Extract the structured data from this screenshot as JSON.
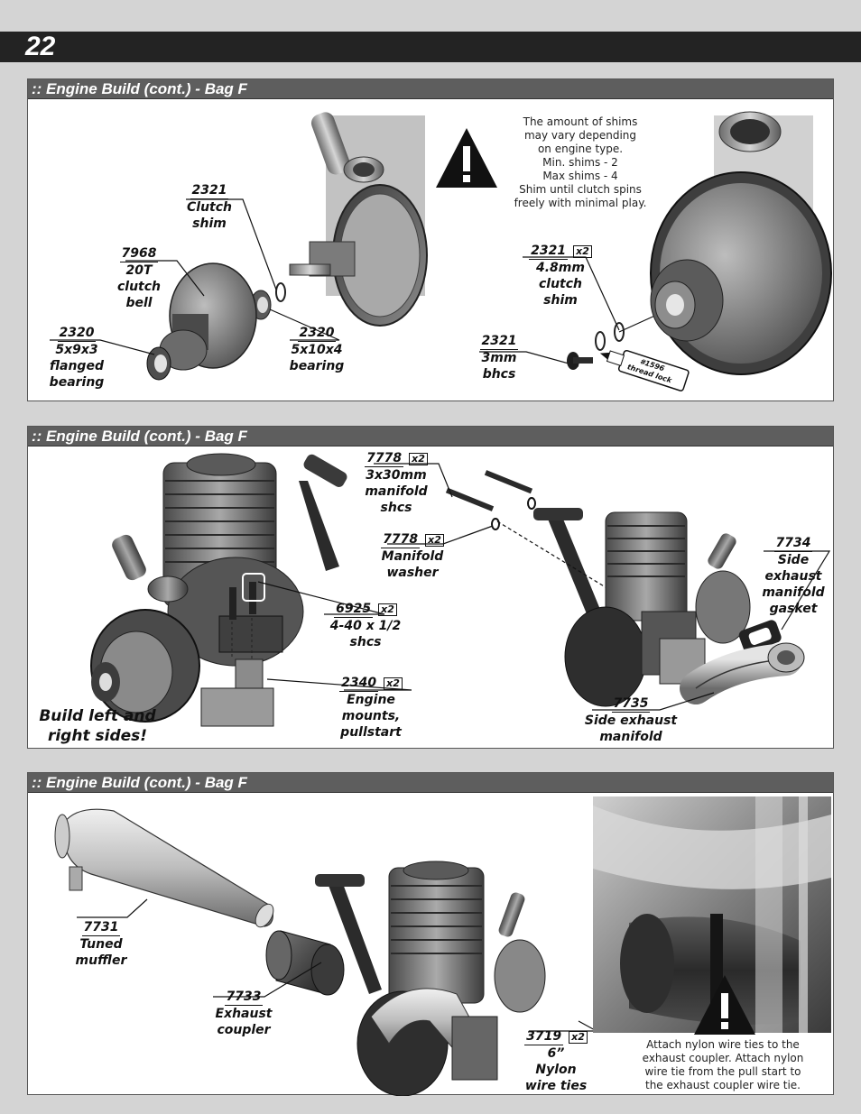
{
  "page": {
    "number": "22"
  },
  "colors": {
    "header_bg": "#232323",
    "panel_head_bg": "#5e5e5e",
    "page_bg": "#d4d4d4"
  },
  "panel1": {
    "title": ":: Engine Build (cont.) - Bag F",
    "labels": {
      "clutch_shim": {
        "part": "2321",
        "name": [
          "Clutch",
          "shim"
        ]
      },
      "clutch_bell": {
        "part": "7968",
        "name": [
          "20T",
          "clutch",
          "bell"
        ]
      },
      "flanged_bearing": {
        "part": "2320",
        "name": [
          "5x9x3",
          "flanged",
          "bearing"
        ]
      },
      "bearing": {
        "part": "2320",
        "name": [
          "5x10x4",
          "bearing"
        ]
      },
      "shim_48": {
        "part": "2321",
        "qty": "x2",
        "name": [
          "4.8mm",
          "clutch",
          "shim"
        ]
      },
      "bhcs": {
        "part": "2321",
        "name": [
          "3mm",
          "bhcs"
        ]
      }
    },
    "warning_icon": "exclamation-triangle-icon",
    "warning_text": [
      "The amount of shims",
      "may vary depending",
      "on engine type.",
      "Min. shims - 2",
      "Max shims - 4",
      "Shim until clutch spins",
      "freely with minimal play."
    ],
    "thread_lock": [
      "#1596",
      "thread lock"
    ]
  },
  "panel2": {
    "title": ":: Engine Build (cont.) - Bag F",
    "labels": {
      "manifold_shcs": {
        "part": "7778",
        "qty": "x2",
        "name": [
          "3x30mm",
          "manifold",
          "shcs"
        ]
      },
      "manifold_washer": {
        "part": "7778",
        "qty": "x2",
        "name": [
          "Manifold",
          "washer"
        ]
      },
      "shcs_440": {
        "part": "6925",
        "qty": "x2",
        "name": [
          "4-40 x 1/2",
          "shcs"
        ]
      },
      "engine_mounts": {
        "part": "2340",
        "qty": "x2",
        "name": [
          "Engine",
          "mounts,",
          "pullstart"
        ]
      },
      "gasket": {
        "part": "7734",
        "name": [
          "Side",
          "exhaust",
          "manifold",
          "gasket"
        ]
      },
      "exhaust_manifold": {
        "part": "7735",
        "name": [
          "Side exhaust",
          "manifold"
        ]
      }
    },
    "build_note": [
      "Build left and",
      "right sides!"
    ]
  },
  "panel3": {
    "title": ":: Engine Build (cont.) - Bag F",
    "labels": {
      "muffler": {
        "part": "7731",
        "name": [
          "Tuned",
          "muffler"
        ]
      },
      "coupler": {
        "part": "7733",
        "name": [
          "Exhaust",
          "coupler"
        ]
      },
      "wire_ties": {
        "part": "3719",
        "qty": "x2",
        "name": [
          "6”",
          "Nylon",
          "wire ties"
        ]
      }
    },
    "warning_icon": "exclamation-triangle-icon",
    "warning_text": [
      "Attach nylon wire ties to the",
      "exhaust coupler.  Attach nylon",
      "wire tie from the pull start to",
      "the exhaust coupler wire tie."
    ]
  }
}
